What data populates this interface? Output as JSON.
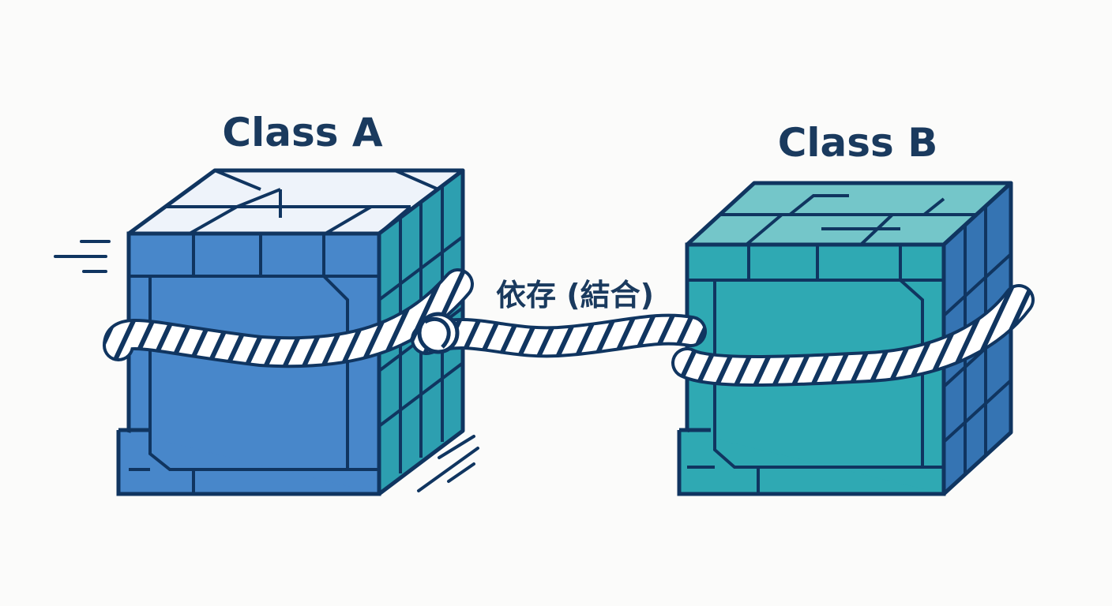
{
  "diagram": {
    "class_a": {
      "label": "Class A"
    },
    "class_b": {
      "label": "Class B"
    },
    "relation": {
      "label": "依存 (結合)"
    }
  },
  "colors": {
    "background": "#fbfbfa",
    "outline": "#103560",
    "class_a_front": "#4887ca",
    "class_a_side": "#2f73b3",
    "class_a_top": "#eef3fa",
    "class_b_front": "#2fa9b3",
    "class_b_side": "#3574b3",
    "class_b_top": "#74c6c9",
    "rope": "#ffffff"
  },
  "icons": {
    "motion_lines": "speed-lines-icon",
    "rope": "rope-icon"
  }
}
